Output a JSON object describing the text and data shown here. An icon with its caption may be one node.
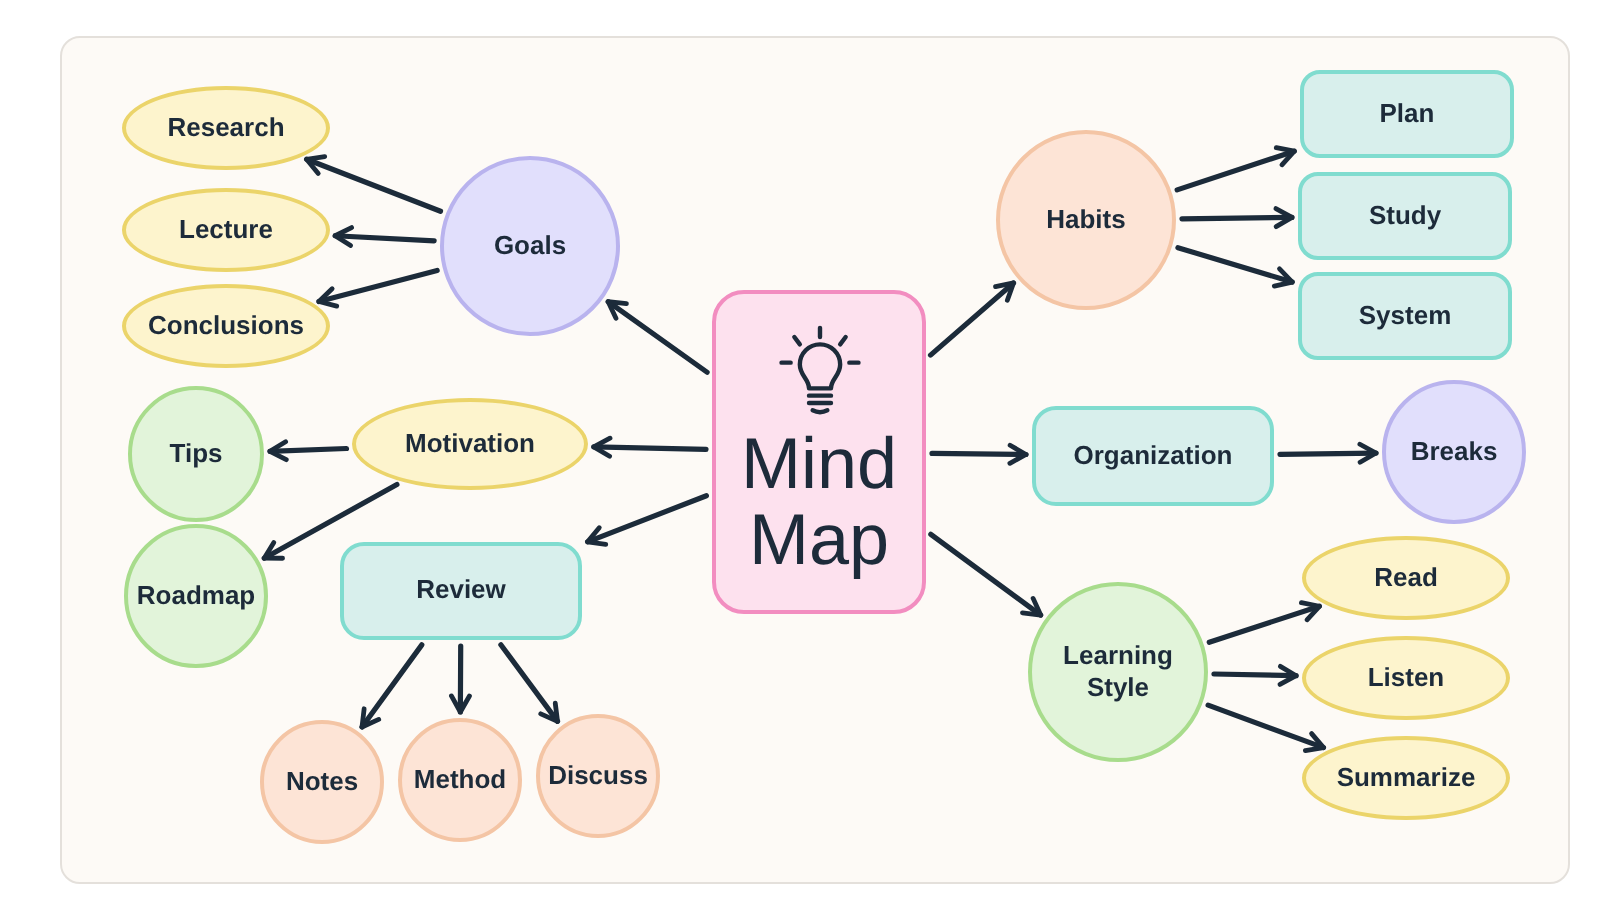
{
  "diagram": {
    "nodes": [
      {
        "text": [
          "Mind Map"
        ]
      },
      {
        "text": [
          "Goals"
        ]
      },
      {
        "text": [
          "Research"
        ]
      },
      {
        "text": [
          "Lecture"
        ]
      },
      {
        "text": [
          "Conclusions"
        ]
      },
      {
        "text": [
          "Motivation"
        ]
      },
      {
        "text": [
          "Tips"
        ]
      },
      {
        "text": [
          "Roadmap"
        ]
      },
      {
        "text": [
          "Review"
        ]
      },
      {
        "text": [
          "Notes"
        ]
      },
      {
        "text": [
          "Method"
        ]
      },
      {
        "text": [
          "Discuss"
        ]
      },
      {
        "text": [
          "Habits"
        ]
      },
      {
        "text": [
          "Plan"
        ]
      },
      {
        "text": [
          "Study"
        ]
      },
      {
        "text": [
          "System"
        ]
      },
      {
        "text": [
          "Organization"
        ]
      },
      {
        "text": [
          "Breaks"
        ]
      },
      {
        "text": [
          "Learning Style"
        ]
      },
      {
        "text": [
          "Read"
        ]
      },
      {
        "text": [
          "Listen"
        ]
      },
      {
        "text": [
          "Summarize"
        ]
      }
    ],
    "edges": [
      {
        "from": 0,
        "to": 1,
        "arrow": "to"
      },
      {
        "from": 1,
        "to": 2,
        "arrow": "to"
      },
      {
        "from": 1,
        "to": 3,
        "arrow": "to"
      },
      {
        "from": 1,
        "to": 4,
        "arrow": "to"
      },
      {
        "from": 0,
        "to": 5,
        "arrow": "to"
      },
      {
        "from": 5,
        "to": 6,
        "arrow": "to"
      },
      {
        "from": 5,
        "to": 7,
        "arrow": "to"
      },
      {
        "from": 0,
        "to": 8,
        "arrow": "to"
      },
      {
        "from": 8,
        "to": 9,
        "arrow": "to"
      },
      {
        "from": 8,
        "to": 10,
        "arrow": "to"
      },
      {
        "from": 8,
        "to": 11,
        "arrow": "to"
      },
      {
        "from": 0,
        "to": 12,
        "arrow": "to"
      },
      {
        "from": 12,
        "to": 13,
        "arrow": "to"
      },
      {
        "from": 12,
        "to": 14,
        "arrow": "to"
      },
      {
        "from": 12,
        "to": 15,
        "arrow": "to"
      },
      {
        "from": 0,
        "to": 16,
        "arrow": "to"
      },
      {
        "from": 16,
        "to": 17,
        "arrow": "to"
      },
      {
        "from": 0,
        "to": 18,
        "arrow": "to"
      },
      {
        "from": 18,
        "to": 19,
        "arrow": "to"
      },
      {
        "from": 18,
        "to": 20,
        "arrow": "to"
      },
      {
        "from": 18,
        "to": 21,
        "arrow": "to"
      }
    ]
  }
}
